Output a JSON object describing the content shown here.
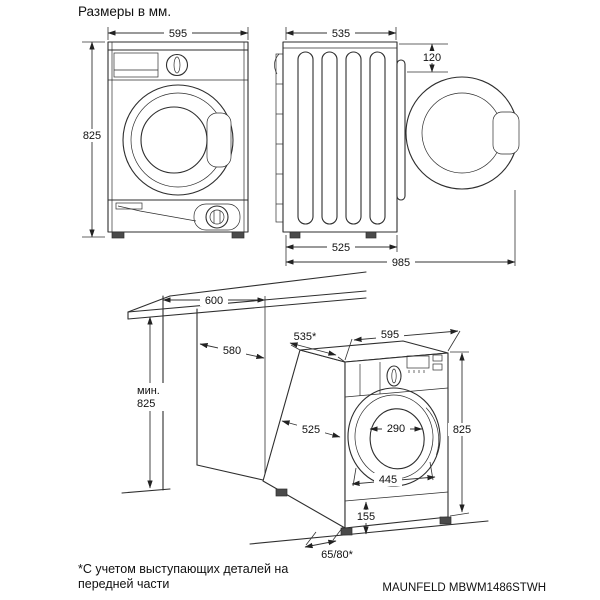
{
  "title": "Размеры в мм.",
  "footnote": {
    "line1": "*С учетом выступающих деталей на",
    "line2": "передней части"
  },
  "model": "MAUNFELD MBWM1486STWH",
  "colors": {
    "line": "#2e2e2e",
    "text": "#111111",
    "background": "#ffffff"
  },
  "dims": {
    "front_width": "595",
    "front_height": "825",
    "side_depth": "535",
    "door_protrusion": "120",
    "body_depth": "525",
    "depth_door_open": "985",
    "counter_depth": "600",
    "niche_depth": "580",
    "niche_min_prefix": "мин.",
    "niche_min_height": "825",
    "install_depth": "535*",
    "install_width": "595",
    "install_side_depth": "525",
    "door_window": "290",
    "install_height": "825",
    "door_outer": "445",
    "plinth_height": "155",
    "foot_adjust": "65/80*"
  }
}
